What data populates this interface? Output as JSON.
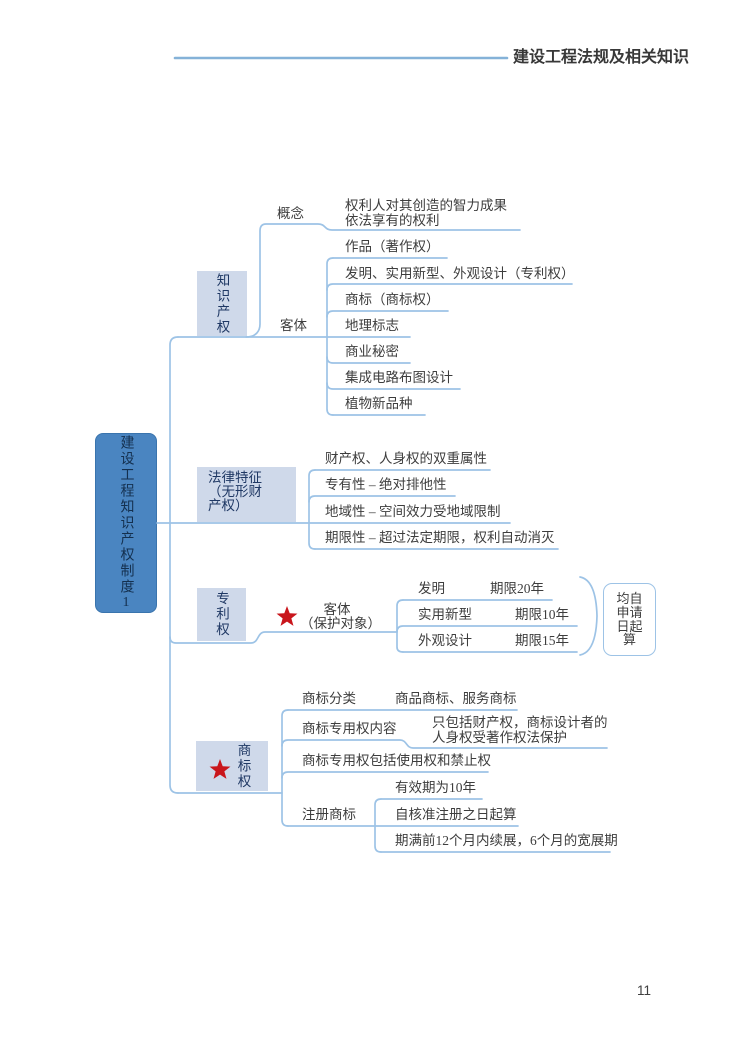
{
  "header": {
    "title": "建设工程法规及相关知识"
  },
  "footer": {
    "page_number": "11"
  },
  "root": {
    "label": "建设工程知识产权制度1"
  },
  "ip": {
    "label": "知识产权",
    "concept": {
      "label": "概念",
      "line1": "权利人对其创造的智力成果",
      "line2": "依法享有的权利"
    },
    "object": {
      "label": "客体",
      "items": [
        "作品（著作权）",
        "发明、实用新型、外观设计（专利权）",
        "商标（商标权）",
        "地理标志",
        "商业秘密",
        "集成电路布图设计",
        "植物新品种"
      ]
    }
  },
  "legal": {
    "label_lines": [
      "法律特征",
      "（无形财",
      "产权）"
    ],
    "items": [
      "财产权、人身权的双重属性",
      "专有性 – 绝对排他性",
      "地域性 – 空间效力受地域限制",
      "期限性 – 超过法定期限，权利自动消灭"
    ]
  },
  "patent": {
    "label": "专利权",
    "object_label": {
      "line1": "客体",
      "line2": "（保护对象）"
    },
    "rows": [
      {
        "name": "发明",
        "term": "期限20年"
      },
      {
        "name": "实用新型",
        "term": "期限10年"
      },
      {
        "name": "外观设计",
        "term": "期限15年"
      }
    ],
    "note_lines": [
      "均自",
      "申请",
      "日起",
      "算"
    ]
  },
  "trademark": {
    "label": "商标权",
    "category": {
      "label": "商标分类",
      "value": "商品商标、服务商标"
    },
    "content": {
      "label": "商标专用权内容",
      "line1": "只包括财产权，商标设计者的",
      "line2": "人身权受著作权法保护"
    },
    "include": "商标专用权包括使用权和禁止权",
    "registered": {
      "label": "注册商标",
      "items": [
        "有效期为10年",
        "自核准注册之日起算",
        "期满前12个月内续展，6个月的宽展期"
      ]
    }
  },
  "colors": {
    "connector_line": "#9dc3e6",
    "header_rule": "#85b2d8",
    "root_fill": "#4a85c1",
    "root_border": "#3a74ad",
    "branch_fill": "#cfd9ea",
    "box_text": "#1f3864",
    "leaf_text": "#3d3d3d",
    "star": "#c9161c"
  }
}
